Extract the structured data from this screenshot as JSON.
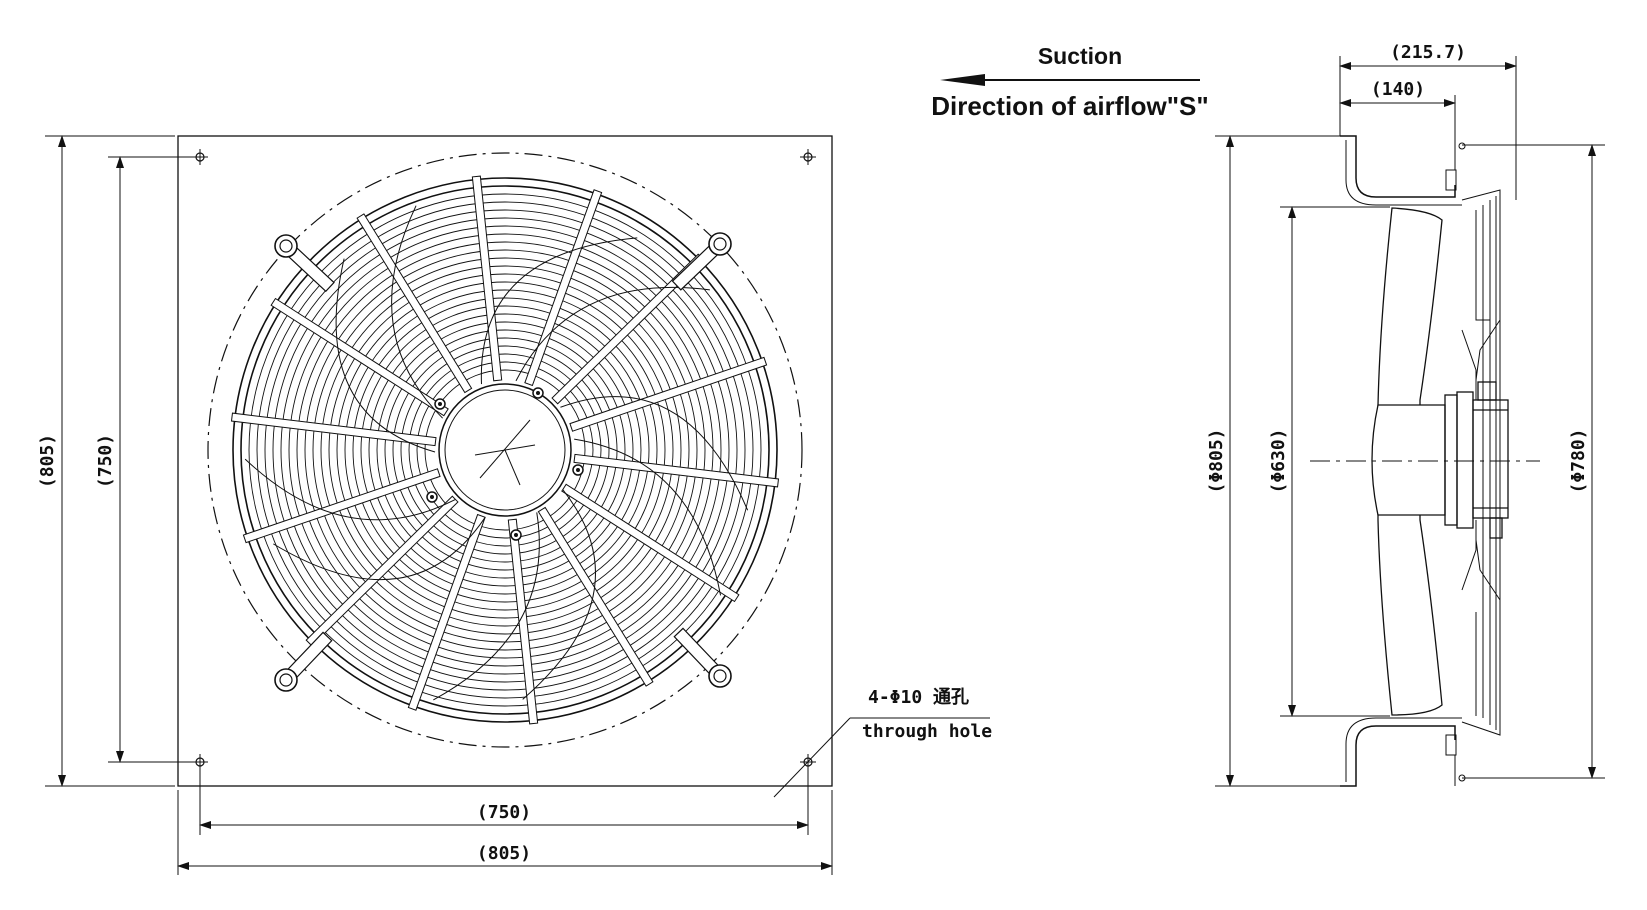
{
  "airflow": {
    "suction_label": "Suction",
    "direction_label": "Direction of airflow\"S\""
  },
  "front_view": {
    "dim_height_outer": "(805)",
    "dim_height_inner": "(750)",
    "dim_width_inner": "(750)",
    "dim_width_outer": "(805)",
    "hole_note_line1": "4-Φ10 通孔",
    "hole_note_line2": "through hole"
  },
  "side_view": {
    "dim_depth_total": "(215.7)",
    "dim_depth_partial": "(140)",
    "dim_dia_plate": "(Φ805)",
    "dim_dia_impeller": "(Φ630)",
    "dim_dia_guard": "(Φ780)"
  }
}
